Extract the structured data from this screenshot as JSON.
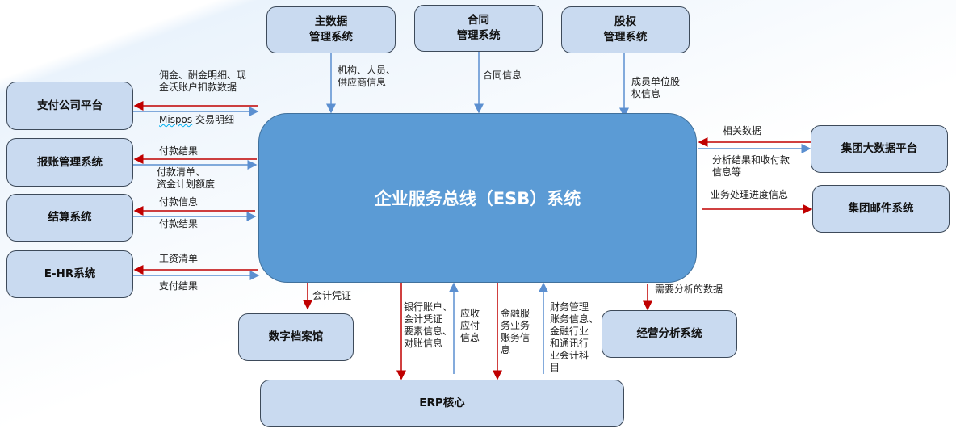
{
  "center": {
    "title": "企业服务总线（ESB）系统"
  },
  "boxes": {
    "master_data": [
      "主数据",
      "管理系统"
    ],
    "contract": [
      "合同",
      "管理系统"
    ],
    "equity": [
      "股权",
      "管理系统"
    ],
    "payment_platform": "支付公司平台",
    "expense": "报账管理系统",
    "settlement": "结算系统",
    "ehr": "E-HR系统",
    "bigdata": "集团大数据平台",
    "mail": "集团邮件系统",
    "archive": "数字档案馆",
    "analysis": "经营分析系统",
    "erp": "ERP核心"
  },
  "labels": {
    "master_data": [
      "机构、人员、",
      "供应商信息"
    ],
    "contract": "合同信息",
    "equity": [
      "成员单位股",
      "权信息"
    ],
    "payment_in": [
      "佣金、酬金明细、现",
      "金沃账户扣款数据"
    ],
    "payment_out_a": "Mispos",
    "payment_out_b": "交易明细",
    "expense_in": "付款结果",
    "expense_out": [
      "付款清单、",
      "资金计划额度"
    ],
    "settlement_in": "付款信息",
    "settlement_out": "付款结果",
    "ehr_in": "工资清单",
    "ehr_out": "支付结果",
    "bigdata_in": "相关数据",
    "bigdata_out": [
      "分析结果和收付款",
      "信息等"
    ],
    "mail_out": "业务处理进度信息",
    "archive": "会计凭证",
    "analysis": "需要分析的数据",
    "erp_1": [
      "银行账户、",
      "会计凭证",
      "要素信息、",
      "对账信息"
    ],
    "erp_2": [
      "应收",
      "应付",
      "信息"
    ],
    "erp_3": [
      "金融服",
      "务业务",
      "账务信",
      "息"
    ],
    "erp_4": [
      "财务管理",
      "账务信息、",
      "金融行业",
      "和通讯行",
      "业会计科",
      "目"
    ]
  },
  "colors": {
    "red": "#c00000",
    "blue": "#5b8fd0"
  }
}
